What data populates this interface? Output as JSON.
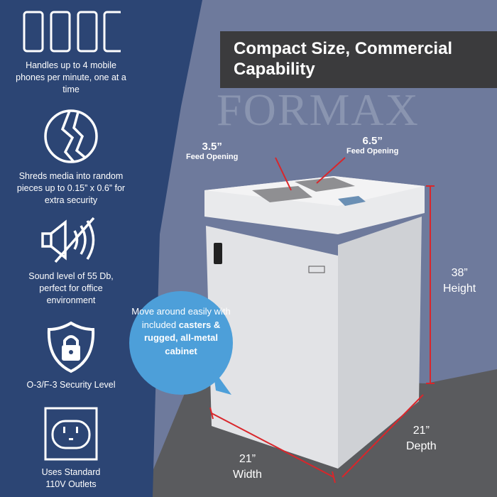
{
  "features": [
    {
      "icon": "phones-icon",
      "text": "Handles up to 4 mobile phones per minute, one at a time"
    },
    {
      "icon": "broken-disc-icon",
      "text": "Shreds media into random pieces up to 0.15” x 0.6” for extra security"
    },
    {
      "icon": "muted-speaker-icon",
      "text": "Sound level of 55 Db, perfect for office environment"
    },
    {
      "icon": "shield-lock-icon",
      "text": "O-3/F-3 Security Level"
    },
    {
      "icon": "outlet-icon",
      "text": "Uses Standard 110V Outlets"
    }
  ],
  "title": "Compact Size, Commercial Capability",
  "watermark": "FORMAX",
  "feed_small": {
    "size": "3.5”",
    "label": "Feed Opening"
  },
  "feed_large": {
    "size": "6.5”",
    "label": "Feed Opening"
  },
  "height": {
    "value": "38”",
    "label": "Height"
  },
  "width": {
    "value": "21”",
    "label": "Width"
  },
  "depth": {
    "value": "21”",
    "label": "Depth"
  },
  "bubble": {
    "line1": "Move around easily with included ",
    "bold": "casters & rugged, all-metal cabinet"
  },
  "colors": {
    "panel": "#2c4574",
    "accent": "#4d9fd9",
    "dimension_line": "#d9262b",
    "title_bg": "#3b3b3d"
  }
}
